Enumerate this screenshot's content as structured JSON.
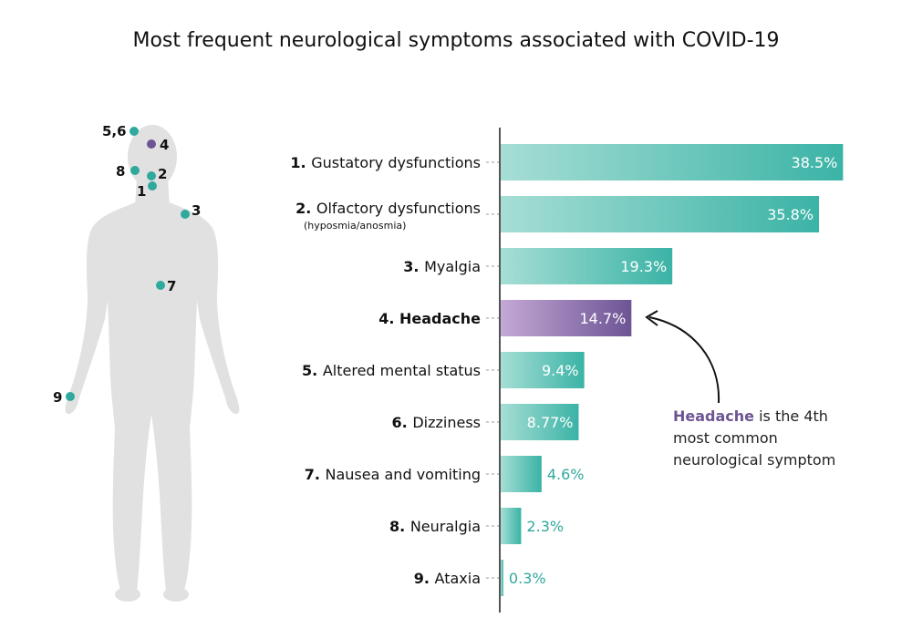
{
  "chart_data": {
    "type": "bar",
    "orientation": "horizontal",
    "title": "Most frequent neurological symptoms associated with COVID-19",
    "xlim": [
      0,
      40
    ],
    "grid": false,
    "categories": [
      {
        "num": "1.",
        "label": "Gustatory dysfunctions",
        "sub": ""
      },
      {
        "num": "2.",
        "label": "Olfactory dysfunctions",
        "sub": "(hyposmia/anosmia)"
      },
      {
        "num": "3.",
        "label": "Myalgia",
        "sub": ""
      },
      {
        "num": "4.",
        "label": "Headache",
        "sub": ""
      },
      {
        "num": "5.",
        "label": "Altered mental status",
        "sub": ""
      },
      {
        "num": "6.",
        "label": "Dizziness",
        "sub": ""
      },
      {
        "num": "7.",
        "label": "Nausea and vomiting",
        "sub": ""
      },
      {
        "num": "8.",
        "label": "Neuralgia",
        "sub": ""
      },
      {
        "num": "9.",
        "label": "Ataxia",
        "sub": ""
      }
    ],
    "values": [
      38.5,
      35.8,
      19.3,
      14.7,
      9.4,
      8.77,
      4.6,
      2.3,
      0.3
    ],
    "value_labels": [
      "38.5%",
      "35.8%",
      "19.3%",
      "14.7%",
      "9.4%",
      "8.77%",
      "4.6%",
      "2.3%",
      "0.3%"
    ],
    "highlight_index": 3,
    "annotation": {
      "strong": "Headache",
      "line1_rest": " is the 4th",
      "line2": "most common",
      "line3": "neurological symptom"
    },
    "body_markers": [
      {
        "label": "5,6"
      },
      {
        "label": "4"
      },
      {
        "label": "8"
      },
      {
        "label": "2"
      },
      {
        "label": "1"
      },
      {
        "label": "3"
      },
      {
        "label": "7"
      },
      {
        "label": "9"
      }
    ]
  },
  "colors": {
    "bar_start": "#a6ded5",
    "bar_end": "#3bb3a6",
    "highlight_start": "#c4a8d6",
    "highlight_end": "#6d5494",
    "teal": "#2fa99c",
    "purple": "#6d5494",
    "silhouette": "#e1e1e1",
    "axis": "#555555"
  }
}
